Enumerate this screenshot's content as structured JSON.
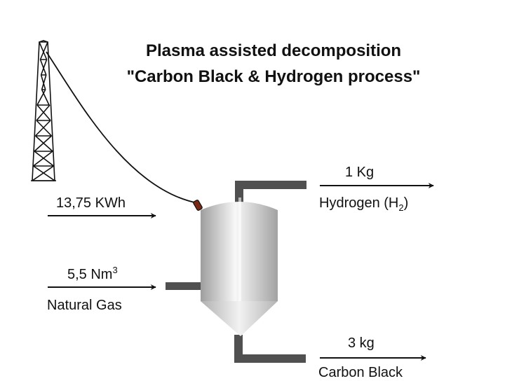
{
  "title": {
    "line1": "Plasma assisted decomposition",
    "line2": "\"Carbon Black & Hydrogen process\""
  },
  "inputs": {
    "energy": {
      "value": "13,75 KWh"
    },
    "gas": {
      "value": "5,5 Nm",
      "value_sup": "3",
      "name": "Natural Gas"
    }
  },
  "outputs": {
    "hydrogen": {
      "value": "1 Kg",
      "name": "Hydrogen (H",
      "name_sub": "2",
      "name_end": ")"
    },
    "carbon_black": {
      "value": "3 kg",
      "name": "Carbon Black"
    }
  },
  "colors": {
    "pipe": "#505050",
    "reactor_light": "#f4f4f4",
    "reactor_dark": "#a8a8a8",
    "connector": "#7a2a14",
    "line": "#111111"
  }
}
